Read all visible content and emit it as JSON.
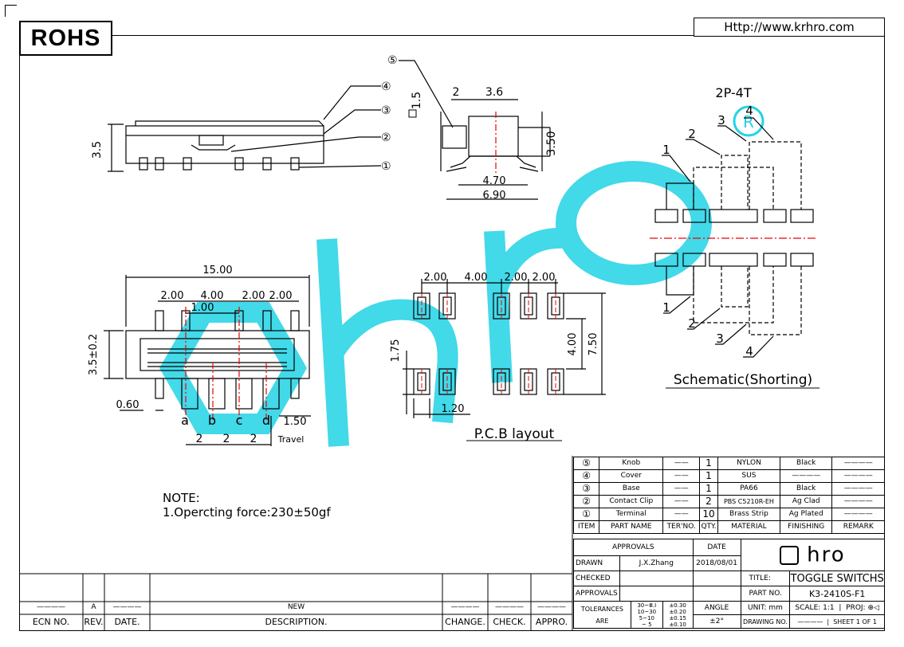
{
  "header": {
    "rohs": "ROHS",
    "url": "Http://www.krhro.com"
  },
  "watermark": {
    "text": "hro",
    "color": "#22d3e6"
  },
  "side_view": {
    "balloons": [
      "⑤",
      "④",
      "③",
      "②",
      "①"
    ],
    "height_label": "3.5",
    "box_label": "1.5",
    "dim_top_2": "2",
    "dim_top_36": "3.6",
    "dim_350": "3.50",
    "dim_470": "4.70",
    "dim_690": "6.90"
  },
  "top_view": {
    "dim_1500": "15.00",
    "dim_200_a": "2.00",
    "dim_400": "4.00",
    "dim_200_b": "2.00",
    "dim_200_c": "2.00",
    "dim_100": "1.00",
    "dim_35": "3.5±0.2",
    "dim_060": "0.60",
    "positions": [
      "a",
      "b",
      "c",
      "d"
    ],
    "dim_150": "1.50",
    "travel": "Travel",
    "steps": [
      "2",
      "2",
      "2"
    ]
  },
  "pcb": {
    "dims_top": [
      "2.00",
      "4.00",
      "2.00",
      "2.00"
    ],
    "dim_175": "1.75",
    "dim_400": "4.00",
    "dim_750": "7.50",
    "dim_120": "1.20",
    "title": "P.C.B layout"
  },
  "schematic": {
    "label": "2P-4T",
    "top_nums": [
      "1",
      "2",
      "3",
      "4"
    ],
    "bottom_nums": [
      "1",
      "2",
      "3",
      "4"
    ],
    "title": "Schematic(Shorting)"
  },
  "note": {
    "title": "NOTE:",
    "line1": "1.Opercting force:230±50gf"
  },
  "bom": {
    "rows": [
      {
        "item": "⑤",
        "part": "Knob",
        "ter": "——",
        "qty": "1",
        "material": "NYLON",
        "finish": "Black",
        "remark": "————"
      },
      {
        "item": "④",
        "part": "Cover",
        "ter": "——",
        "qty": "1",
        "material": "SUS",
        "finish": "————",
        "remark": "————"
      },
      {
        "item": "③",
        "part": "Base",
        "ter": "——",
        "qty": "1",
        "material": "PA66",
        "finish": "Black",
        "remark": "————"
      },
      {
        "item": "②",
        "part": "Contact Clip",
        "ter": "——",
        "qty": "2",
        "material": "PBS C5210R-EH",
        "finish": "Ag Clad",
        "remark": "————"
      },
      {
        "item": "①",
        "part": "Terminal",
        "ter": "——",
        "qty": "10",
        "material": "Brass Strip",
        "finish": "Ag Plated",
        "remark": "————"
      }
    ],
    "header": {
      "item": "ITEM",
      "part": "PART NAME",
      "ter": "TER'NO.",
      "qty": "QTY.",
      "material": "MATERIAL",
      "finish": "FINISHING",
      "remark": "REMARK"
    }
  },
  "title_block": {
    "approvals": "APPROVALS",
    "date": "DATE",
    "drawn": "DRAWN",
    "drawn_by": "J.X.Zhang",
    "drawn_date": "2018/08/01",
    "checked": "CHECKED",
    "approvals2": "APPROVALS",
    "tolerances": "TOLERANCES ARE",
    "tol_ranges": [
      "30~Ⅲ.I",
      "10~30",
      "5~10",
      "~ 5"
    ],
    "tol_values": [
      "±0.30",
      "±0.20",
      "±0.15",
      "±0.10"
    ],
    "angle": "ANGLE",
    "angle_val": "±2°",
    "logo": "hro",
    "title_lbl": "TITLE:",
    "title_val": "TOGGLE SWITCHS",
    "part_no_lbl": "PART NO.",
    "part_no_val": "K3-2410S-F1",
    "unit": "UNIT: mm",
    "scale_lbl": "SCALE:",
    "scale_val": "1:1",
    "proj": "PROJ:",
    "drawing_no": "DRAWING NO.",
    "drawing_no_val": "————",
    "sheet": "SHEET 1 OF 1"
  },
  "revision_block": {
    "row_values": [
      "————",
      "A",
      "————",
      "NEW",
      "————",
      "————",
      "————"
    ],
    "headers": [
      "ECN NO.",
      "REV.",
      "DATE.",
      "DESCRIPTION.",
      "CHANGE.",
      "CHECK.",
      "APPRO."
    ]
  }
}
